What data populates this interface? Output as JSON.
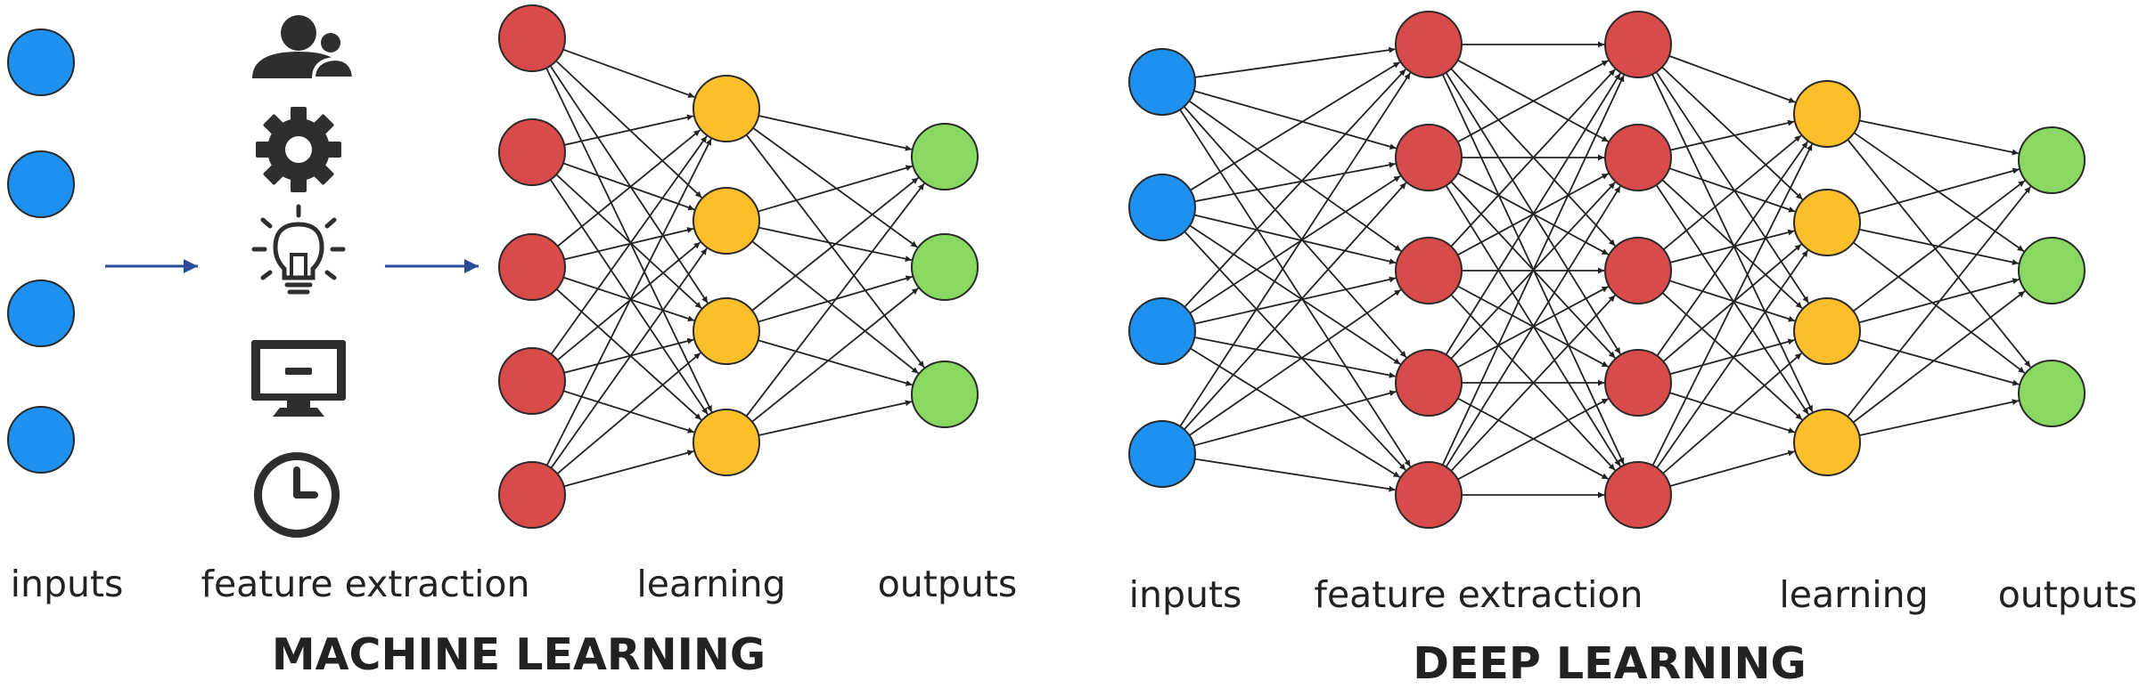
{
  "colors": {
    "input": "#1e90f0",
    "feature": "#d94a4a",
    "learning": "#fbbf2c",
    "output": "#88d862",
    "edge": "#222222",
    "arrow": "#2a4a9a",
    "icon": "#2e2e2e"
  },
  "machine_learning": {
    "title": "MACHINE LEARNING",
    "labels": {
      "inputs": "inputs",
      "feature_extraction": "feature extraction",
      "learning": "learning",
      "outputs": "outputs"
    },
    "feature_icons": [
      "people-icon",
      "gear-icon",
      "lightbulb-icon",
      "monitor-icon",
      "clock-icon"
    ]
  },
  "deep_learning": {
    "title": "DEEP LEARNING",
    "labels": {
      "inputs": "inputs",
      "feature_extraction": "feature extraction",
      "learning": "learning",
      "outputs": "outputs"
    }
  }
}
